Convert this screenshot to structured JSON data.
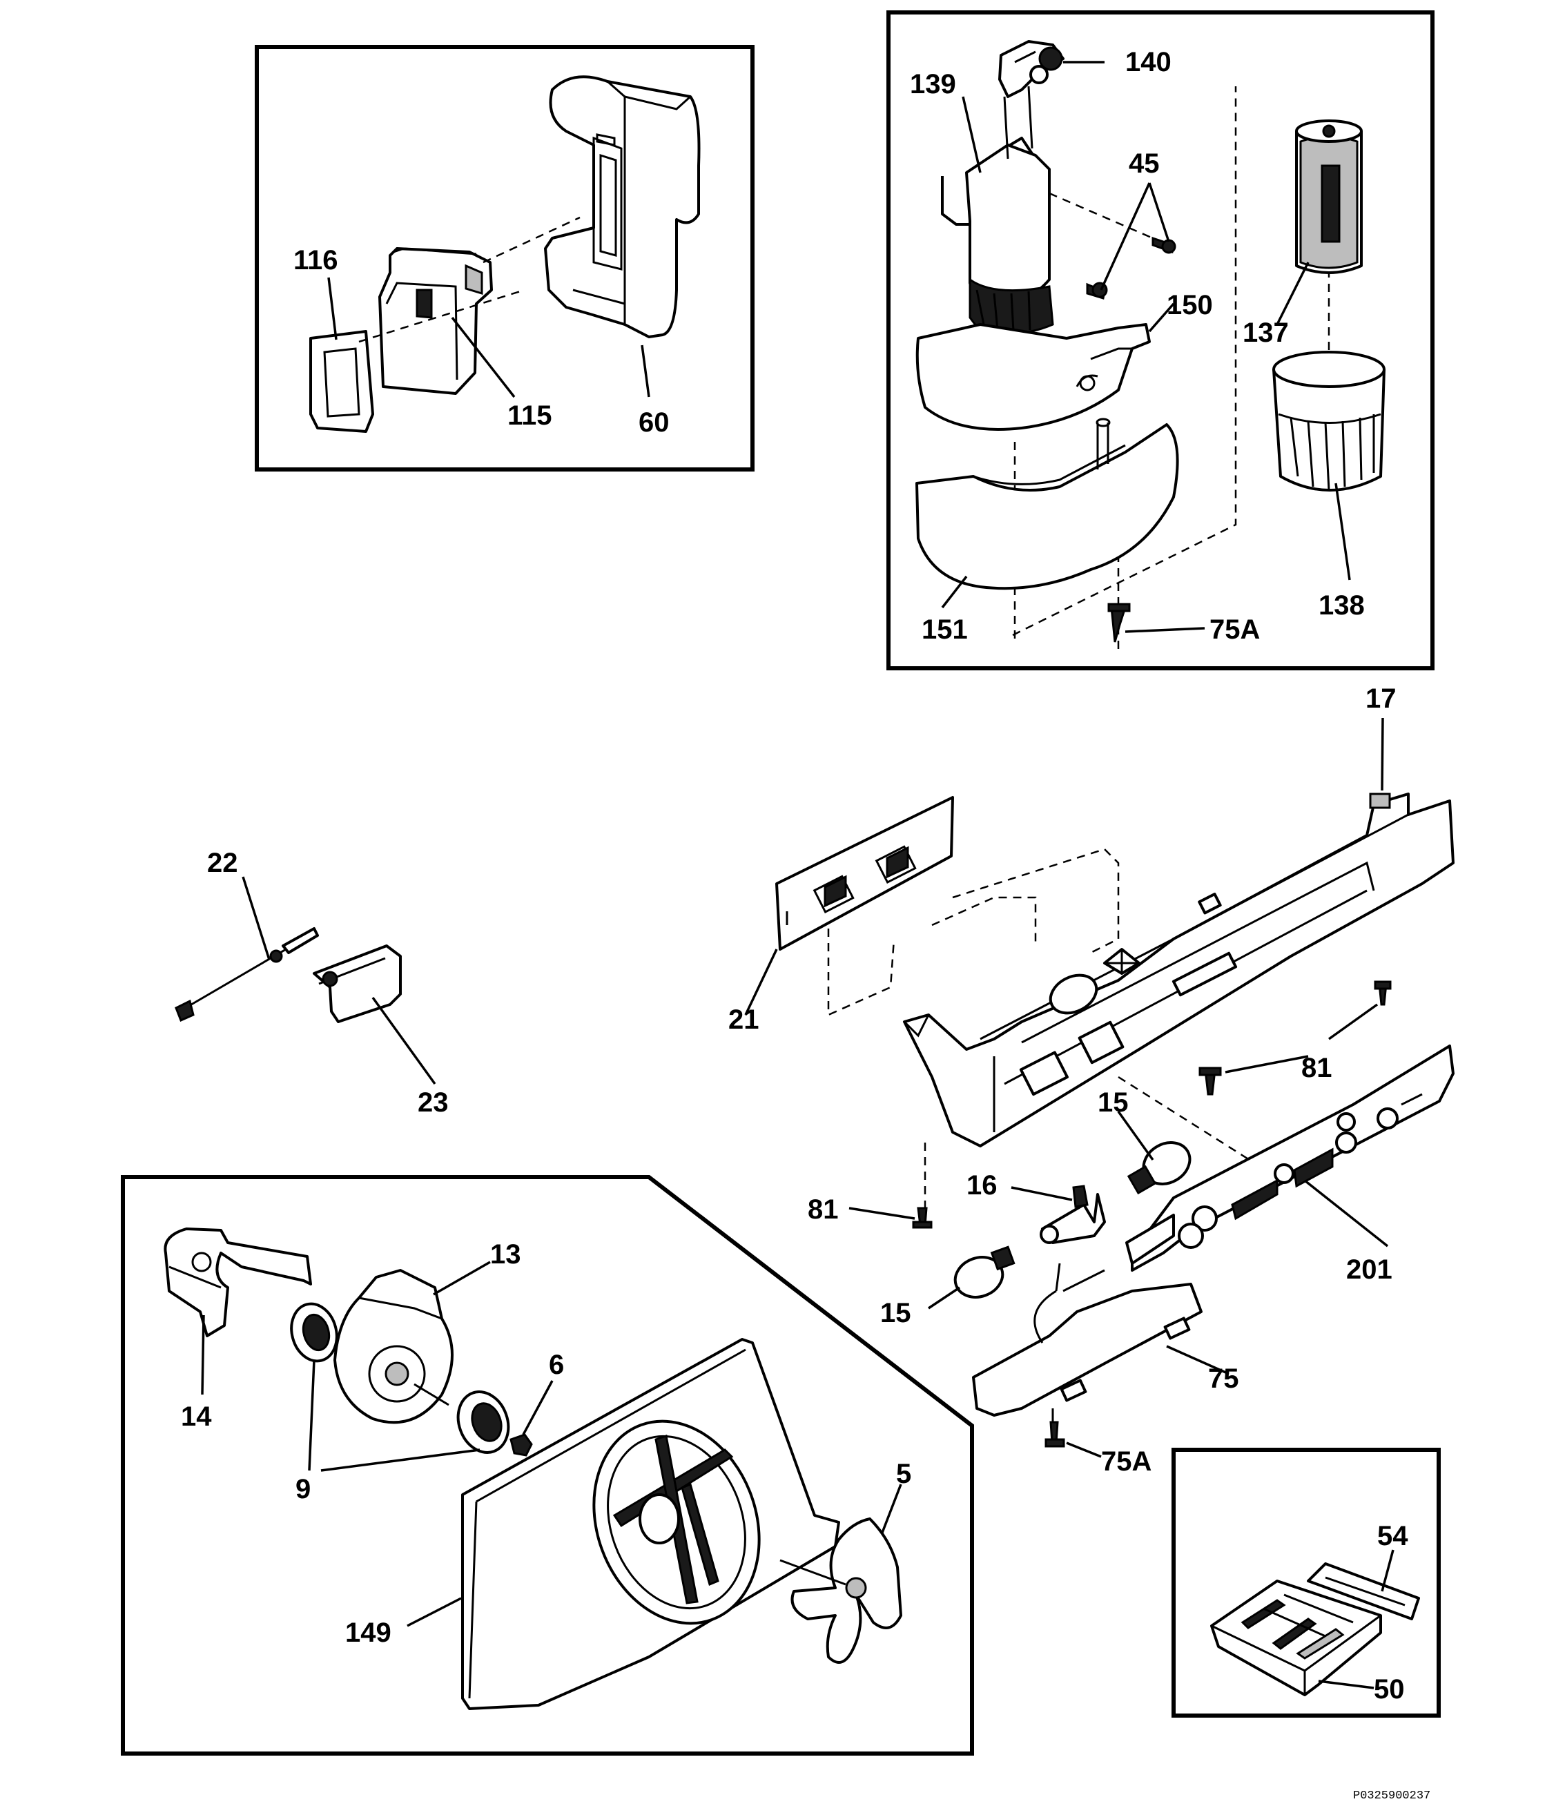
{
  "labels": {
    "p116": "116",
    "p115": "115",
    "p60": "60",
    "p140": "140",
    "p139": "139",
    "p45": "45",
    "p150": "150",
    "p137": "137",
    "p138": "138",
    "p151": "151",
    "p75A_top": "75A",
    "p17": "17",
    "p22": "22",
    "p21": "21",
    "p23": "23",
    "p81_right": "81",
    "p15_top": "15",
    "p16": "16",
    "p81_left": "81",
    "p201": "201",
    "p15_bottom": "15",
    "p75": "75",
    "p75A_bottom": "75A",
    "p13": "13",
    "p14": "14",
    "p6": "6",
    "p9": "9",
    "p5": "5",
    "p149": "149",
    "p54": "54",
    "p50": "50"
  },
  "figure_code": "P0325900237"
}
